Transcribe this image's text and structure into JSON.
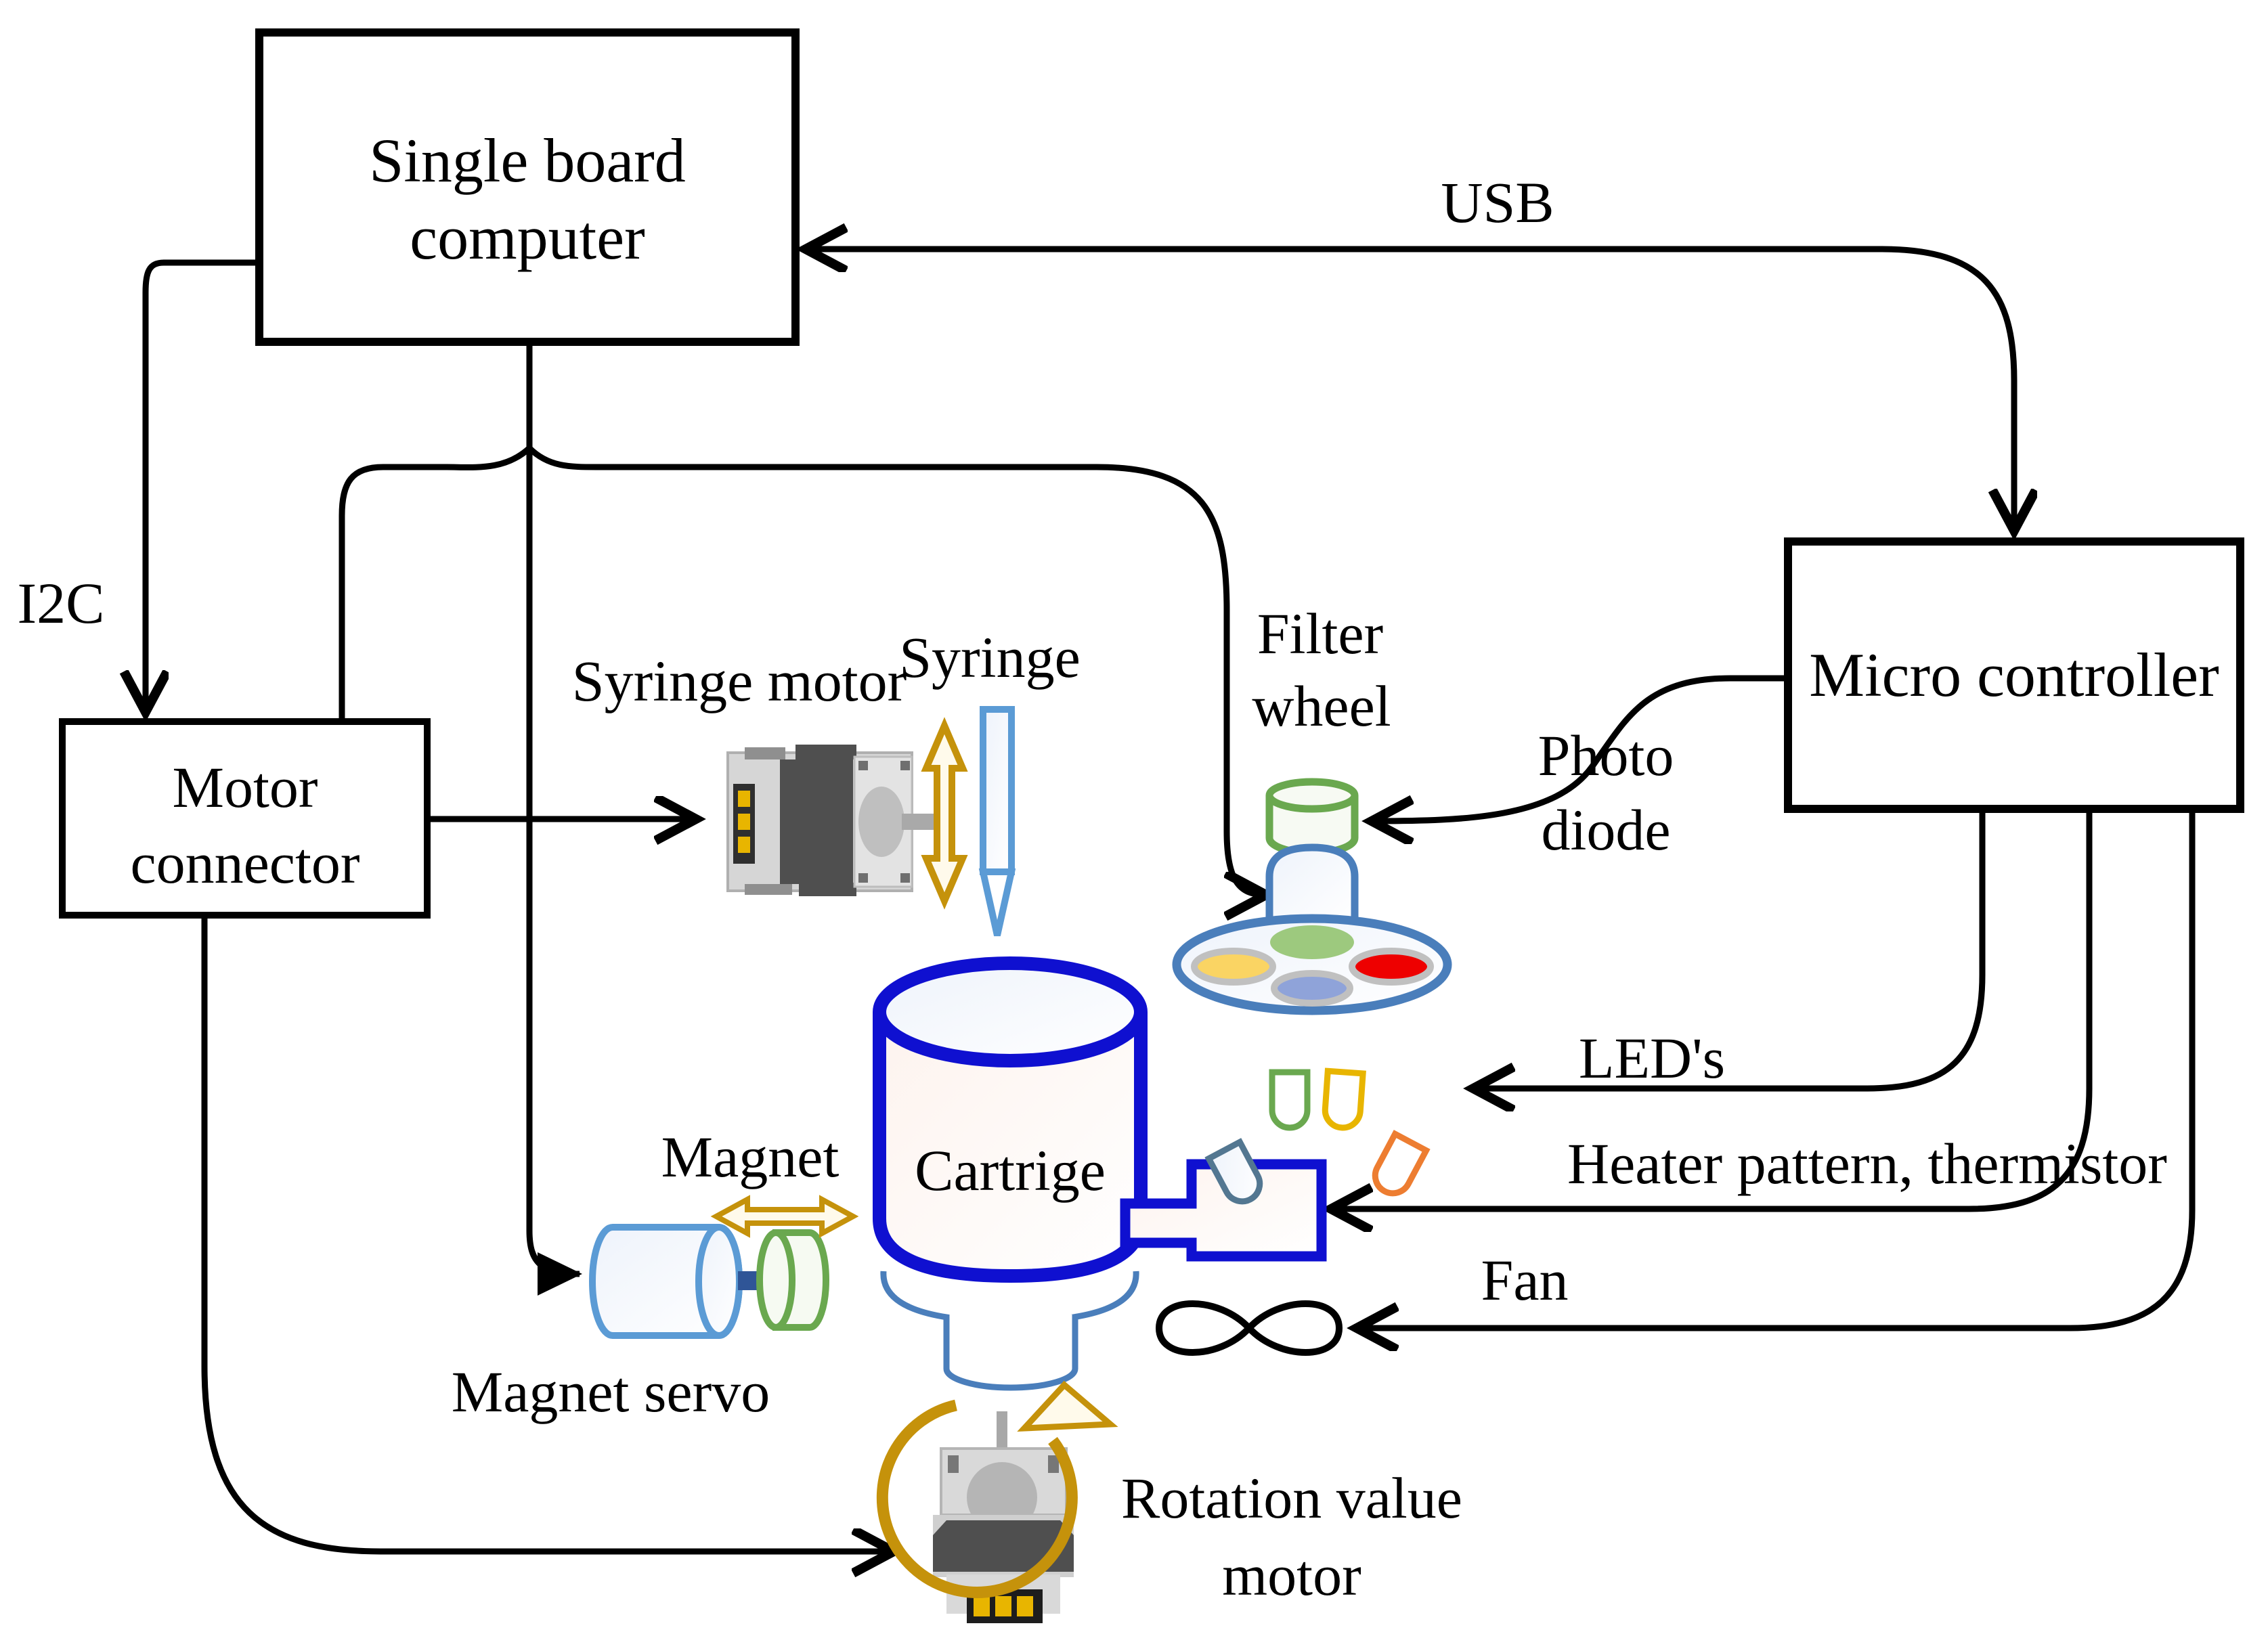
{
  "diagram": {
    "boxes": {
      "sbc": {
        "line1": "Single board",
        "line2": "computer"
      },
      "micro_controller": {
        "label": "Micro controller"
      },
      "motor_connector": {
        "line1": "Motor",
        "line2": "connector"
      }
    },
    "labels": {
      "usb": "USB",
      "i2c": "I2C",
      "syringe_motor": "Syringe motor",
      "syringe": "Syringe",
      "filter_wheel_line1": "Filter",
      "filter_wheel_line2": "wheel",
      "photo_diode_line1": "Photo",
      "photo_diode_line2": "diode",
      "leds": "LED's",
      "heater": "Heater pattern, thermistor",
      "fan": "Fan",
      "magnet": "Magnet",
      "cartridge": "Cartrige",
      "magnet_servo": "Magnet servo",
      "rotation_motor_line1": "Rotation value",
      "rotation_motor_line2": "motor"
    },
    "colors": {
      "deep_blue": "#0f10d0",
      "light_blue": "#5b9bd5",
      "steel_blue": "#4a7ebb",
      "green": "#6aa84f",
      "light_green": "#9dc97e",
      "gold": "#c5920b",
      "gold_fill": "#fffaeb",
      "yellow": "#fad463",
      "yellow_stroke": "#e8b500",
      "red": "#ee0000",
      "orange": "#ed7d31",
      "slate": "#537791",
      "periwinkle": "#8fa3d9",
      "grey_ring": "#c0c0c0",
      "shaft_blue": "#2f5597"
    }
  }
}
